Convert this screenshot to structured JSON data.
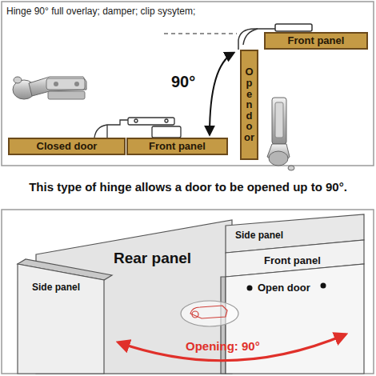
{
  "diagram": {
    "title": "Hinge 90° full overlay; damper; clip sysytem;",
    "caption": "This type of hinge allows a door to be opened up to 90°.",
    "nodes": [
      {
        "text": [
          "Front panel"
        ]
      },
      {
        "text": [
          "Open door"
        ]
      },
      {
        "text": [
          "Closed door"
        ]
      },
      {
        "text": [
          "Front panel"
        ]
      }
    ],
    "labels": [
      "90°",
      "Rear panel",
      "Side panel",
      "Side panel",
      "Front panel",
      "Open door",
      "Opening: 90°"
    ]
  }
}
